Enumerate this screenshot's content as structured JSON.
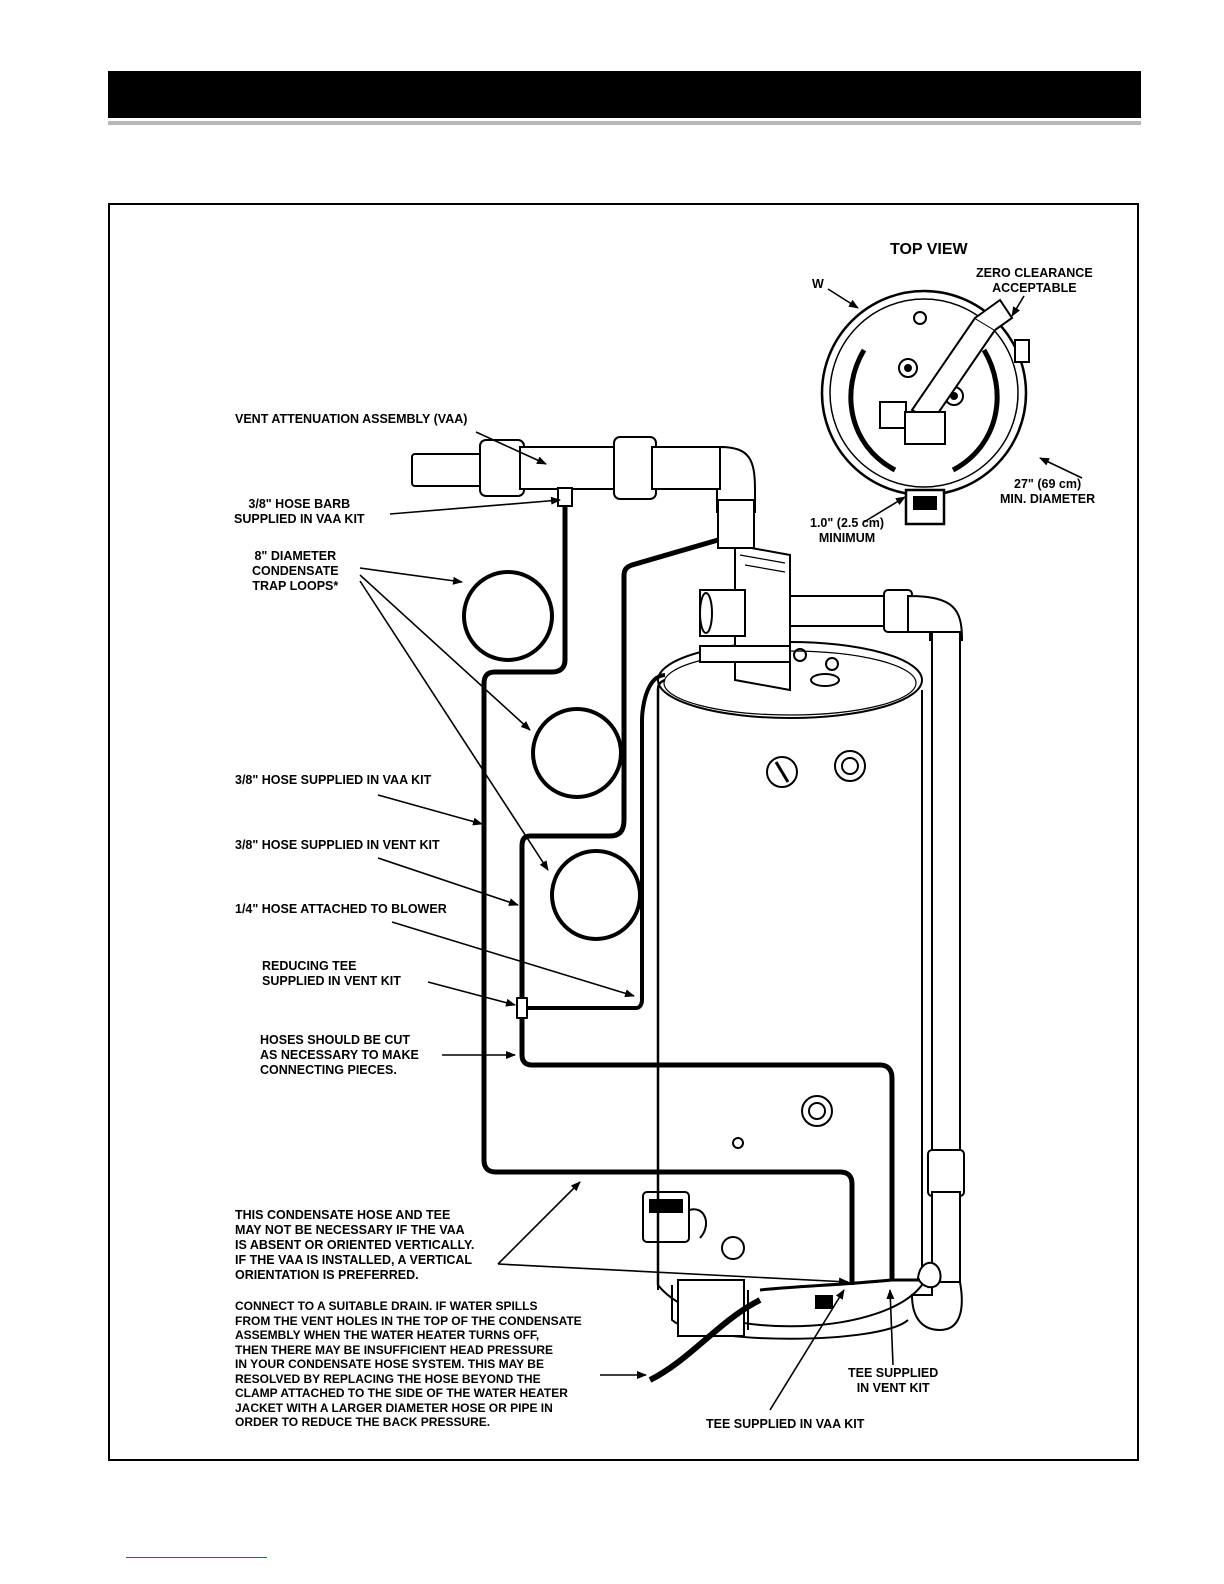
{
  "diagram": {
    "top_view_title": "TOP VIEW",
    "top_view_marker": "W",
    "zero_clearance": "ZERO CLEARANCE\nACCEPTABLE",
    "min_diameter": "27\" (69 cm)\nMIN. DIAMETER",
    "minimum_clearance": "1.0\" (2.5 cm)\nMINIMUM",
    "vaa_label": "VENT ATTENUATION ASSEMBLY (VAA)",
    "hose_barb": "3/8\" HOSE BARB\nSUPPLIED IN VAA KIT",
    "trap_loops": "8\" DIAMETER\nCONDENSATE\nTRAP LOOPS*",
    "hose_vaa_kit": "3/8\" HOSE SUPPLIED IN VAA KIT",
    "hose_vent_kit": "3/8\" HOSE SUPPLIED IN VENT KIT",
    "hose_blower": "1/4\" HOSE ATTACHED TO BLOWER",
    "reducing_tee": "REDUCING TEE\nSUPPLIED IN VENT KIT",
    "hoses_cut": "HOSES SHOULD BE CUT\nAS NECESSARY TO MAKE\nCONNECTING PIECES.",
    "condensate_note": "THIS CONDENSATE HOSE AND TEE\nMAY NOT BE NECESSARY IF THE VAA\nIS ABSENT OR ORIENTED VERTICALLY.\nIF THE VAA IS INSTALLED, A VERTICAL\nORIENTATION IS PREFERRED.",
    "drain_note": "CONNECT TO A SUITABLE DRAIN. IF WATER SPILLS\nFROM THE VENT HOLES IN THE TOP OF THE CONDENSATE\nASSEMBLY WHEN THE WATER HEATER TURNS OFF,\nTHEN THERE MAY BE INSUFFICIENT HEAD PRESSURE\nIN YOUR CONDENSATE HOSE SYSTEM. THIS MAY BE\nRESOLVED BY REPLACING THE HOSE BEYOND THE\nCLAMP ATTACHED TO THE SIDE OF THE WATER HEATER\nJACKET WITH A LARGER DIAMETER HOSE OR PIPE IN\nORDER TO REDUCE THE BACK PRESSURE.",
    "tee_vent_kit": "TEE SUPPLIED\nIN VENT KIT",
    "tee_vaa_kit": "TEE SUPPLIED IN VAA KIT"
  }
}
